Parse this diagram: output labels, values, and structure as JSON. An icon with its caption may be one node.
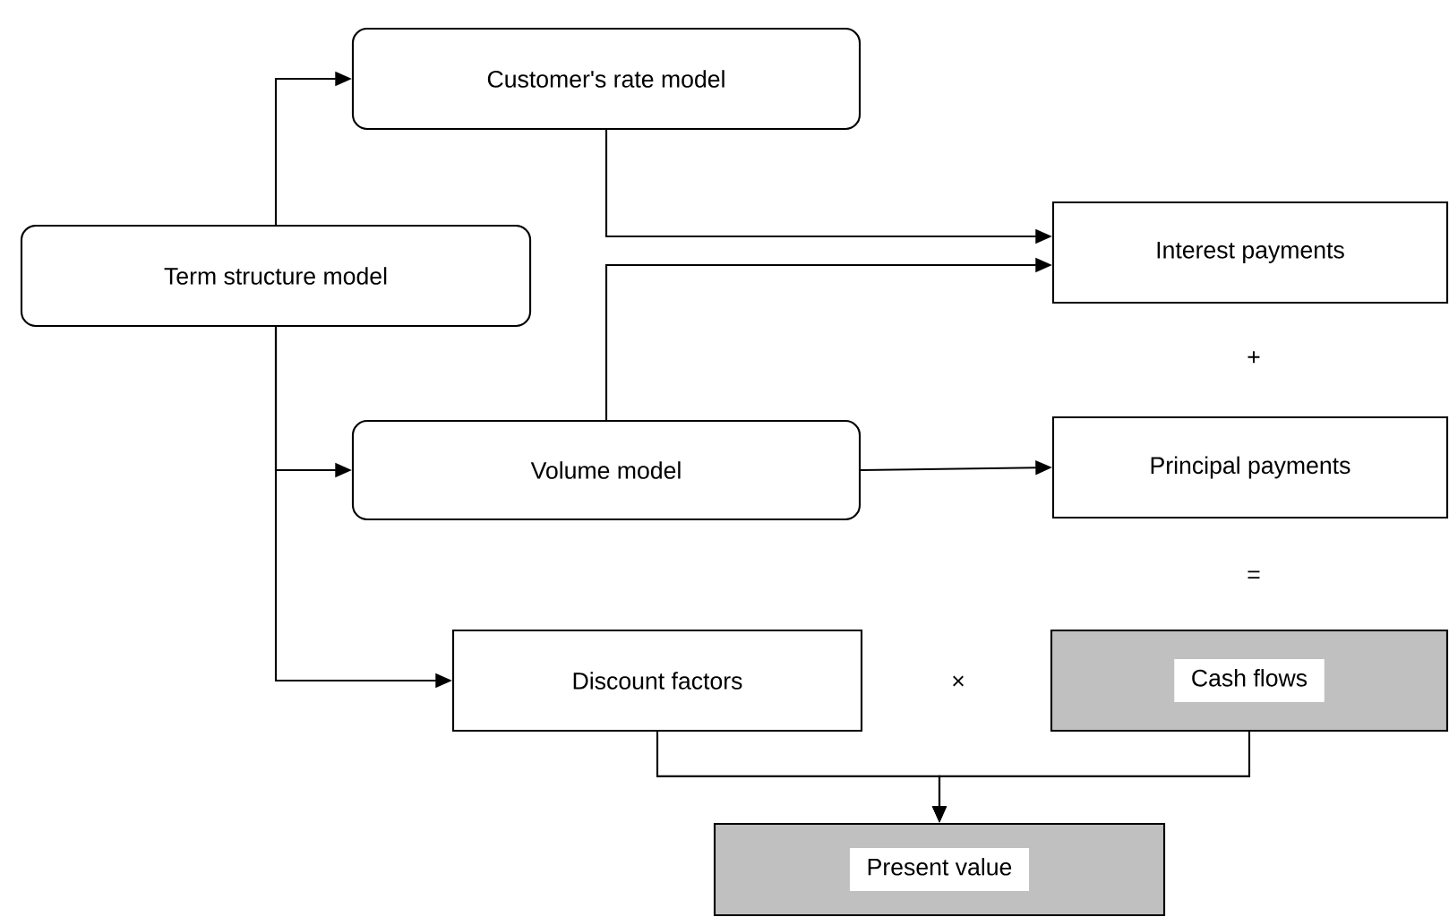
{
  "diagram": {
    "nodes": [
      {
        "text": [
          "Term structure model"
        ]
      },
      {
        "text": [
          "Customer's rate model"
        ]
      },
      {
        "text": [
          "Volume model"
        ]
      },
      {
        "text": [
          "Interest payments"
        ]
      },
      {
        "text": [
          "Principal payments"
        ]
      },
      {
        "text": [
          "Discount factors"
        ]
      },
      {
        "text": [
          "Cash flows"
        ]
      },
      {
        "text": [
          "Present value"
        ]
      }
    ],
    "edges": [
      {
        "from": 0,
        "to": 1,
        "arrow": "to"
      },
      {
        "from": 0,
        "to": 2,
        "arrow": "to"
      },
      {
        "from": 0,
        "to": 5,
        "arrow": "to"
      },
      {
        "from": 1,
        "to": 3,
        "arrow": "to"
      },
      {
        "from": 2,
        "to": 3,
        "arrow": "to"
      },
      {
        "from": 2,
        "to": 4,
        "arrow": "to"
      },
      {
        "from": 5,
        "to": 7,
        "arrow": "to"
      },
      {
        "from": 6,
        "to": 7,
        "arrow": "to"
      }
    ],
    "labels": [
      "+",
      "=",
      "×"
    ]
  }
}
